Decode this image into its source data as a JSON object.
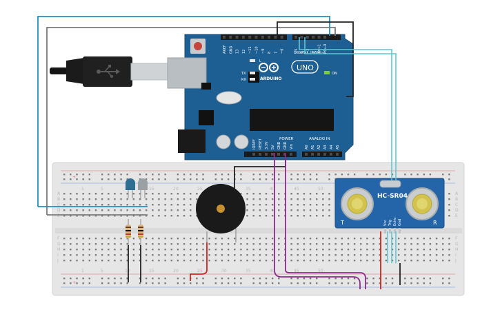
{
  "arduino": {
    "brand": "ARDUINO",
    "model": "UNO",
    "digital_label": "DIGITAL (PWM~)",
    "power_label": "POWER",
    "analog_label": "ANALOG IN",
    "on_label": "ON",
    "led_l": "L",
    "led_tx": "TX",
    "led_rx": "RX",
    "digital_pins": [
      "AREF",
      "GND",
      "13",
      "12",
      "~11",
      "~10",
      "~9",
      "8",
      "7",
      "~6",
      "~5",
      "4",
      "~3",
      "2",
      "TX→1",
      "RX←0"
    ],
    "power_pins": [
      "IOREF",
      "RESET",
      "3.3V",
      "5V",
      "GND",
      "GND",
      "Vin"
    ],
    "analog_pins": [
      "A0",
      "A1",
      "A2",
      "A3",
      "A4",
      "A5"
    ],
    "board_color": "#1d5f93"
  },
  "sensor": {
    "model": "HC-SR04",
    "left_mark": "T",
    "right_mark": "R",
    "pins": [
      "Vcc",
      "Trig",
      "Echo",
      "Gnd"
    ],
    "board_color": "#2365a8"
  },
  "breadboard": {
    "column_numbers": [
      "1",
      "5",
      "10",
      "15",
      "20",
      "25",
      "30",
      "35",
      "40",
      "45",
      "50"
    ],
    "row_letters_top": [
      "A",
      "B",
      "C",
      "D",
      "E"
    ],
    "row_letters_bottom": [
      "F",
      "G",
      "H",
      "I",
      "J"
    ],
    "rail_plus": "+",
    "rail_minus": "-"
  },
  "colors": {
    "wire_blue": "#1e8fc6",
    "wire_gray": "#7a7a7a",
    "wire_black": "#222222",
    "wire_cyan": "#5fc6d4",
    "wire_purple": "#8e2a8e",
    "wire_red": "#d0231e",
    "led_blue": "#2f6f93",
    "led_white": "#9aa0a3"
  }
}
